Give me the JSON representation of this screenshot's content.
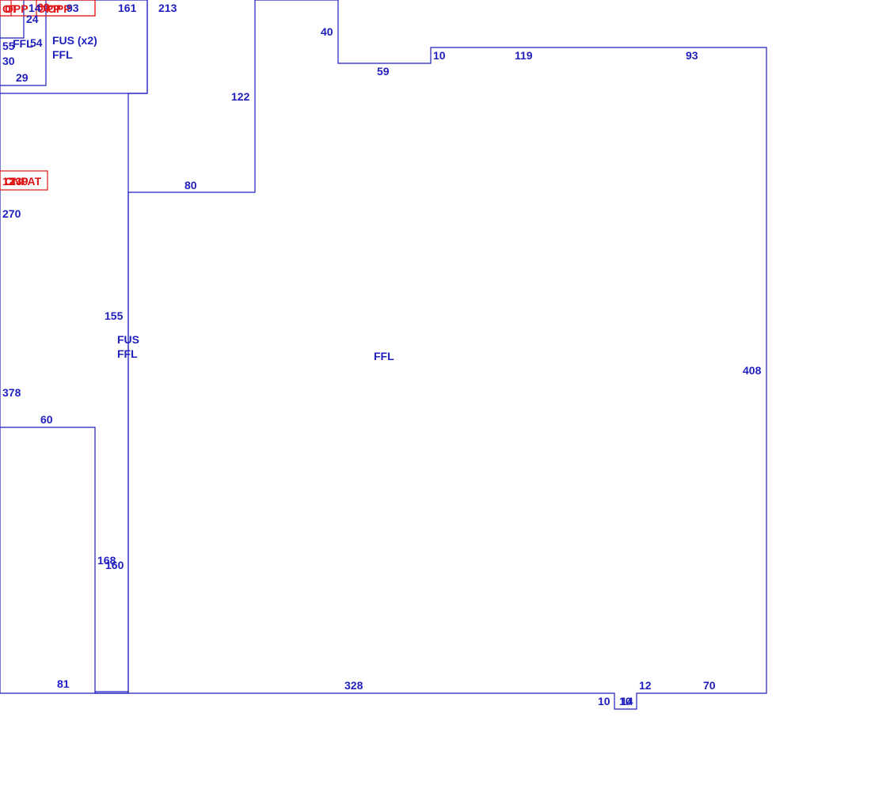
{
  "colors": {
    "room_outline": "#1f1fbf",
    "tag": "#e01414",
    "background": "#ffffff"
  },
  "red_tags": {
    "oth": "OT",
    "opp_a": "OPP",
    "opp_b": "OPP",
    "opp_c": "OPP",
    "cnpat": "CNPAT",
    "t12": "12",
    "t130": "130",
    "t60": "60"
  },
  "room_labels": {
    "fus_x2": "FUS (x2)",
    "ffl_top": "FFL",
    "ffl_small": "FFL",
    "fus_mid": "FUS",
    "ffl_mid": "FFL",
    "ffl_main": "FFL"
  },
  "dimensions": {
    "d_14": "14",
    "d_93_top": "93",
    "d_161": "161",
    "d_213": "213",
    "d_24": "24",
    "d_55": "55",
    "d_54": "54",
    "d_30": "30",
    "d_29": "29",
    "d_40": "40",
    "d_59": "59",
    "d_10_top": "10",
    "d_119": "119",
    "d_93_right": "93",
    "d_122": "122",
    "d_80": "80",
    "d_270": "270",
    "d_155": "155",
    "d_378": "378",
    "d_60": "60",
    "d_168": "168",
    "d_160": "160",
    "d_81": "81",
    "d_328": "328",
    "d_10_bottom": "10",
    "d_10_small": "10",
    "d_14_small": "14",
    "d_12": "12",
    "d_70": "70",
    "d_408": "408"
  }
}
